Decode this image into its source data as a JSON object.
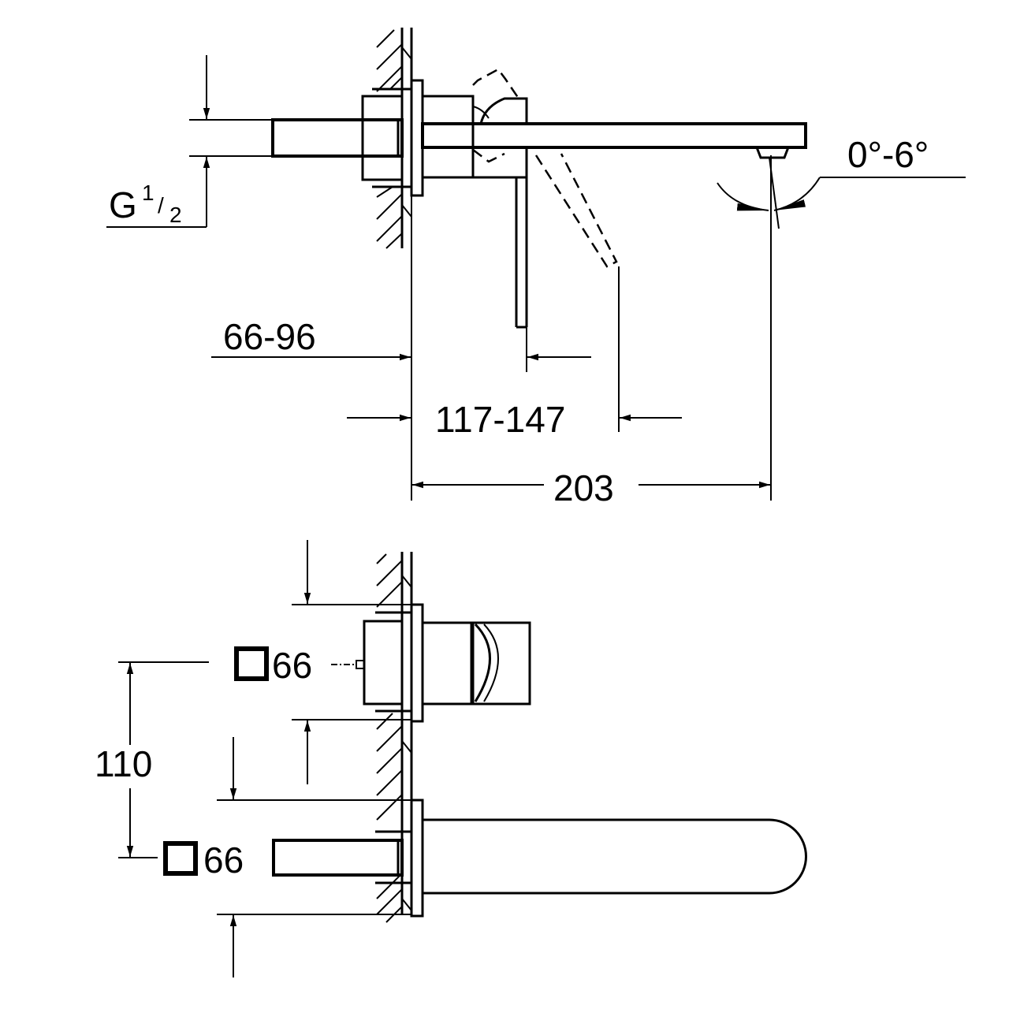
{
  "drawing": {
    "side_view": {
      "thread_label": "G",
      "thread_num": "1",
      "thread_den": "2",
      "angle_label": "0°-6°",
      "wall_depth_range": "66-96",
      "lever_projection_range": "117-147",
      "spout_projection": "203"
    },
    "front_view": {
      "rosette_square_top": "66",
      "rosette_square_bottom": "66",
      "centre_distance": "110"
    },
    "colors": {
      "line": "#000000",
      "background": "#ffffff"
    }
  }
}
